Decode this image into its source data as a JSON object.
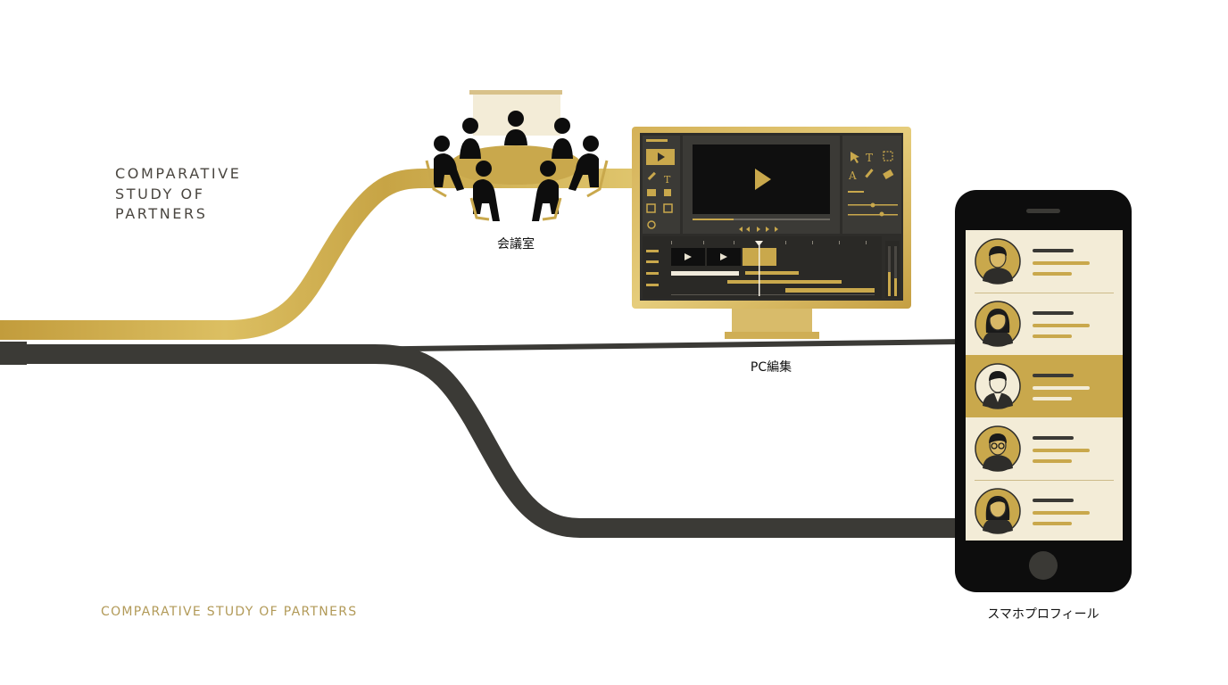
{
  "heading": {
    "lines": [
      "COMPARATIVE",
      "STUDY OF",
      "PARTNERS"
    ]
  },
  "footer": {
    "text": "COMPARATIVE STUDY OF PARTNERS"
  },
  "nodes": {
    "meeting_room": "会議室",
    "pc_edit": "PC編集",
    "smartphone_profile": "スマホプロフィール"
  },
  "colors": {
    "gold": "#c9a84c",
    "gold_light": "#e3cc85",
    "cream": "#f3ecd7",
    "dark": "#3a3935",
    "black": "#0d0d0d"
  },
  "profiles": [
    {
      "avatar": "man-short-hair-icon",
      "highlighted": false
    },
    {
      "avatar": "woman-long-hair-icon",
      "highlighted": false
    },
    {
      "avatar": "man-in-suit-icon",
      "highlighted": true
    },
    {
      "avatar": "man-with-glasses-icon",
      "highlighted": false
    },
    {
      "avatar": "woman-bob-hair-icon",
      "highlighted": false
    }
  ]
}
